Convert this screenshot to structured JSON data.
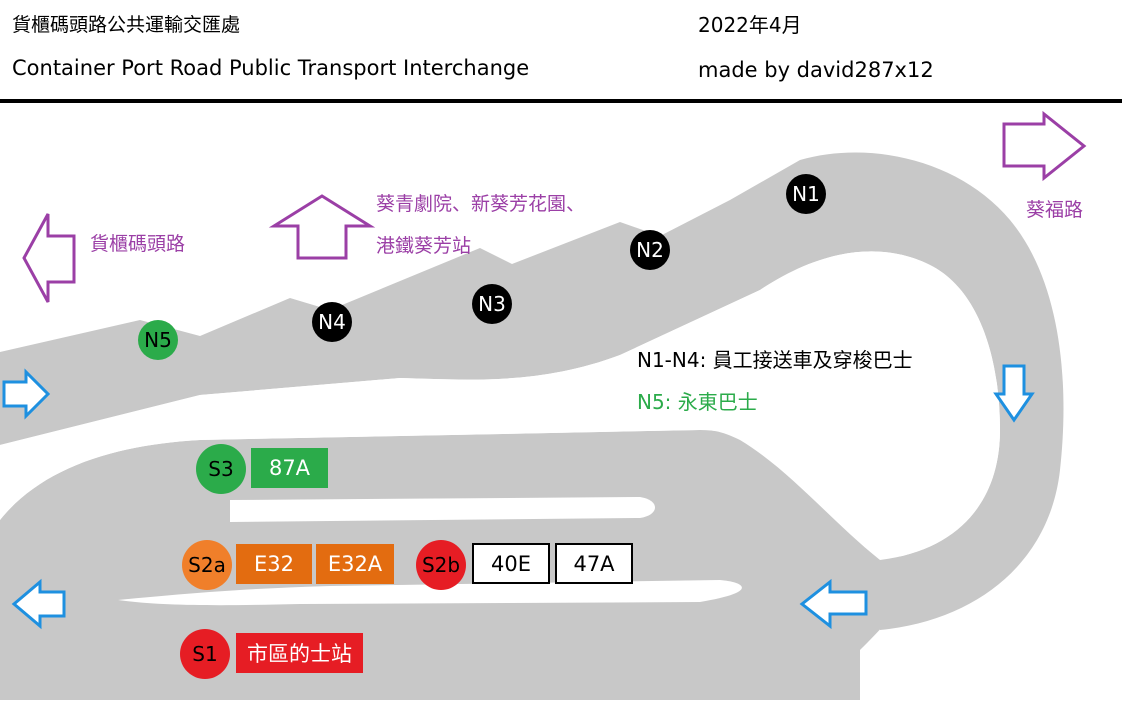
{
  "header": {
    "title_zh": "貨櫃碼頭路公共運輸交匯處",
    "title_en": "Container Port Road Public Transport Interchange",
    "date": "2022年4月",
    "author": "made by david287x12"
  },
  "colors": {
    "road": "#c8c8c8",
    "dest_arrow": "#9b3fa6",
    "flow_arrow": "#1e90e0",
    "stop_black": "#000000",
    "stop_green": "#2bab4a",
    "stop_orange": "#f07f2a",
    "stop_red": "#e61d24",
    "route_green": "#2bab4a",
    "route_orange": "#e36c10",
    "route_red": "#e61d24",
    "legend_green": "#2bab4a"
  },
  "destinations": {
    "container_port_road": "貨櫃碼頭路",
    "kwai_chung_line1": "葵青劇院、新葵芳花園、",
    "kwai_chung_line2": "港鐵葵芳站",
    "kwai_fuk_road": "葵福路"
  },
  "legend": {
    "n1_n4": "N1-N4: 員工接送車及穿梭巴士",
    "n5": "N5: 永東巴士"
  },
  "stops": {
    "n1": "N1",
    "n2": "N2",
    "n3": "N3",
    "n4": "N4",
    "n5": "N5",
    "s3": "S3",
    "s2a": "S2a",
    "s2b": "S2b",
    "s1": "S1"
  },
  "routes": {
    "r87a": "87A",
    "e32": "E32",
    "e32a": "E32A",
    "r40e": "40E",
    "r47a": "47A",
    "taxi": "市區的士站"
  }
}
